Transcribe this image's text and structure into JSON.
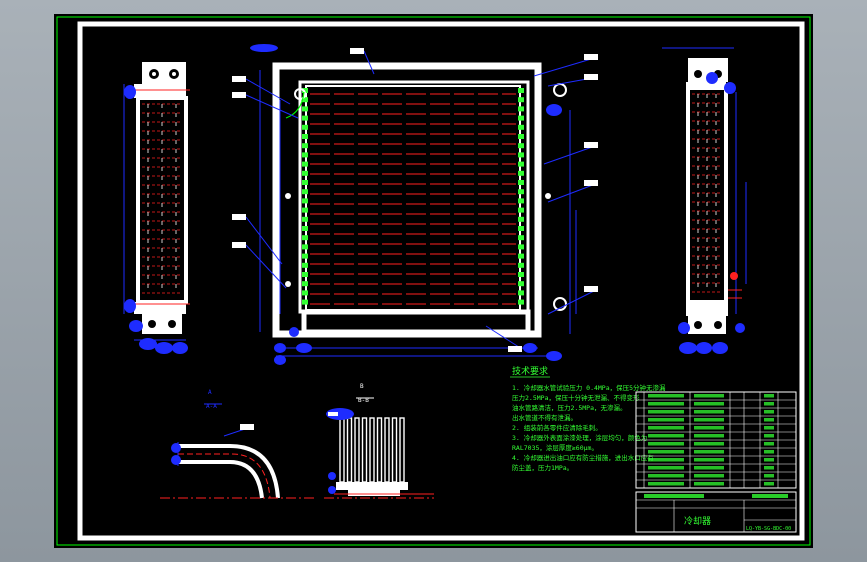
{
  "colors": {
    "background": "#9aa3ab",
    "sheet": "#000000",
    "outline": "#ffffff",
    "border_green": "#00ff00",
    "hatch_red": "#ff2020",
    "dim_blue": "#1e2cff",
    "text_green": "#33ff33",
    "frame_white": "#ffffff"
  },
  "notes": {
    "title": "技术要求",
    "lines": [
      "1. 冷却器水管试验压力 0.4MPa，保压5分钟无渗漏",
      "   压力2.5MPa，保压十分钟无泄漏、不得变形",
      "   油水管路清洁，压力2.5MPa，无渗漏。",
      "   出水管道不得有泄漏。",
      "2. 组装前各零件应清除毛刺。",
      "3. 冷却器外表面涂漆处理，涂层均匀，颜色为",
      "   RAL7035，涂层厚度≥60μm。",
      "4. 冷却器进出油口应有防尘措施，进出水口应有",
      "   防尘盖，压力1MPa。"
    ]
  },
  "title_block": {
    "name": "冷却器",
    "drawing_no": "LQ-YB-SG-BDC-00"
  },
  "section_labels": {
    "a_top": "A",
    "a_bottom": "A-A",
    "b_top": "B",
    "b_bottom": "B-B"
  }
}
